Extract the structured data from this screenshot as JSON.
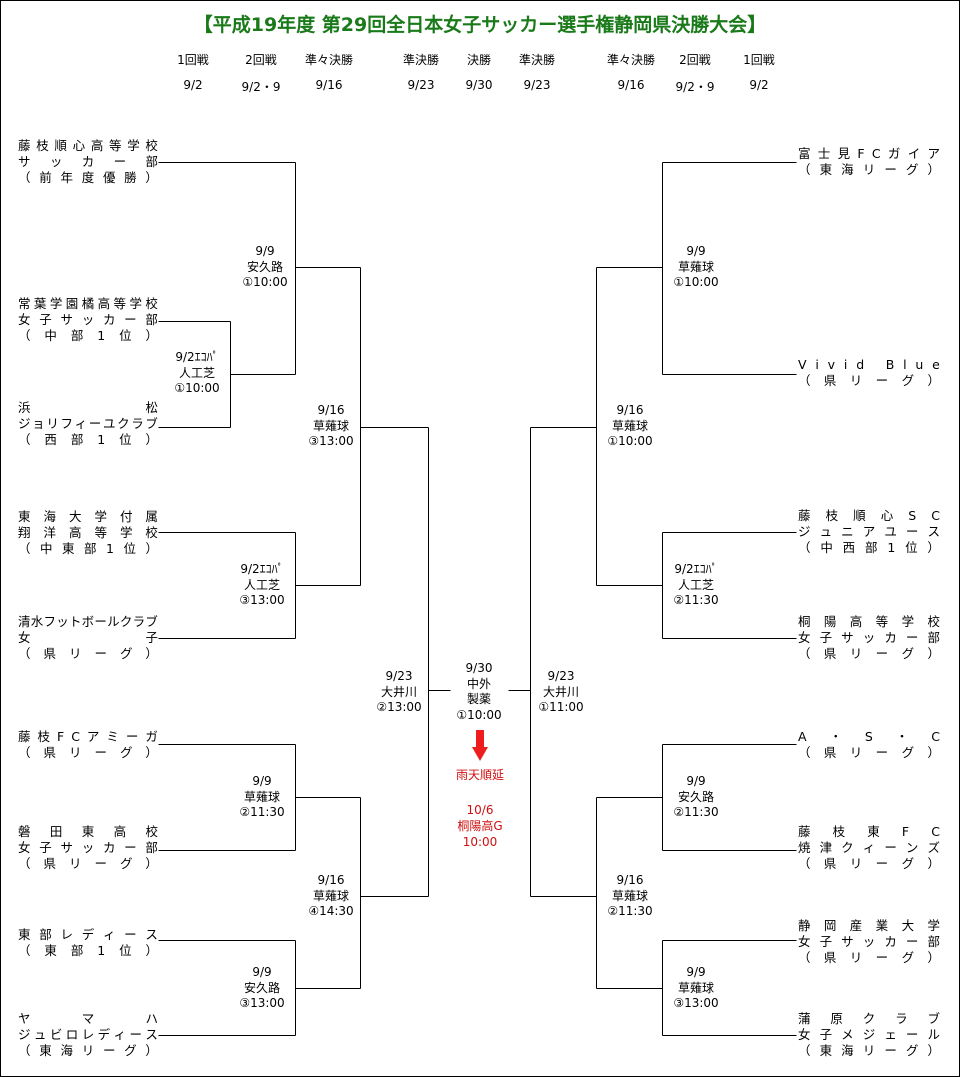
{
  "title": "【平成19年度 第29回全日本女子サッカー選手権静岡県決勝大会】",
  "headers": {
    "rounds": [
      "1回戦",
      "2回戦",
      "準々決勝",
      "準決勝",
      "決勝",
      "準決勝",
      "準々決勝",
      "2回戦",
      "1回戦"
    ],
    "dates": [
      "9/2",
      "9/2・9",
      "9/16",
      "9/23",
      "9/30",
      "9/23",
      "9/16",
      "9/2・9",
      "9/2"
    ]
  },
  "left_teams": [
    [
      "藤枝順心高等学校",
      "サッカー部",
      "（前年度優勝）"
    ],
    [
      "常葉学園橘高等学校",
      "女子サッカー部",
      "（中部1位）"
    ],
    [
      "浜松",
      "ジョリフィーユクラブ",
      "（西部1位）"
    ],
    [
      "東海大学付属",
      "翔洋高等学校",
      "（中東部1位）"
    ],
    [
      "清水フットボールクラブ",
      "女子",
      "（県リーグ）"
    ],
    [
      "藤枝FCアミーガ",
      "（県リーグ）"
    ],
    [
      "磐田東高校",
      "女子サッカー部",
      "（県リーグ）"
    ],
    [
      "東部レディース",
      "（東部1位）"
    ],
    [
      "ヤマハ",
      "ジュビロレディース",
      "（東海リーグ）"
    ]
  ],
  "right_teams": [
    [
      "富士見FCガイア",
      "（東海リーグ）"
    ],
    [
      "Vivid Blue",
      "（県リーグ）"
    ],
    [
      "藤枝順心SC",
      "ジュニアユース",
      "（中西部1位）"
    ],
    [
      "桐陽高等学校",
      "女子サッカー部",
      "（県リーグ）"
    ],
    [
      "A・S・C",
      "（県リーグ）"
    ],
    [
      "藤枝東FC",
      "焼津クィーンズ",
      "（県リーグ）"
    ],
    [
      "静岡産業大学",
      "女子サッカー部",
      "（県リーグ）"
    ],
    [
      "蒲原クラブ",
      "女子メジェール",
      "（東海リーグ）"
    ]
  ],
  "matches": [
    [
      "9/9",
      "安久路",
      "①10:00"
    ],
    [
      "9/2ｴｺﾊﾟ",
      "人工芝",
      "①10:00"
    ],
    [
      "9/2ｴｺﾊﾟ",
      "人工芝",
      "③13:00"
    ],
    [
      "9/9",
      "草薙球",
      "②11:30"
    ],
    [
      "9/9",
      "安久路",
      "③13:00"
    ],
    [
      "9/16",
      "草薙球",
      "③13:00"
    ],
    [
      "9/16",
      "草薙球",
      "④14:30"
    ],
    [
      "9/23",
      "大井川",
      "②13:00"
    ],
    [
      "9/30",
      "中外",
      "製薬",
      "①10:00"
    ],
    [
      "9/23",
      "大井川",
      "①11:00"
    ],
    [
      "9/16",
      "草薙球",
      "①10:00"
    ],
    [
      "9/16",
      "草薙球",
      "②11:30"
    ],
    [
      "9/9",
      "草薙球",
      "①10:00"
    ],
    [
      "9/2ｴｺﾊﾟ",
      "人工芝",
      "②11:30"
    ],
    [
      "9/9",
      "安久路",
      "②11:30"
    ],
    [
      "9/9",
      "草薙球",
      "③13:00"
    ]
  ],
  "rain_note": {
    "line1": "雨天順延",
    "line2": "10/6",
    "line3": "桐陽高G",
    "line4": "10:00"
  },
  "colors": {
    "title": "#1a7a1a",
    "rain_note": "#d01010",
    "arrow": "#ee1c1c"
  }
}
